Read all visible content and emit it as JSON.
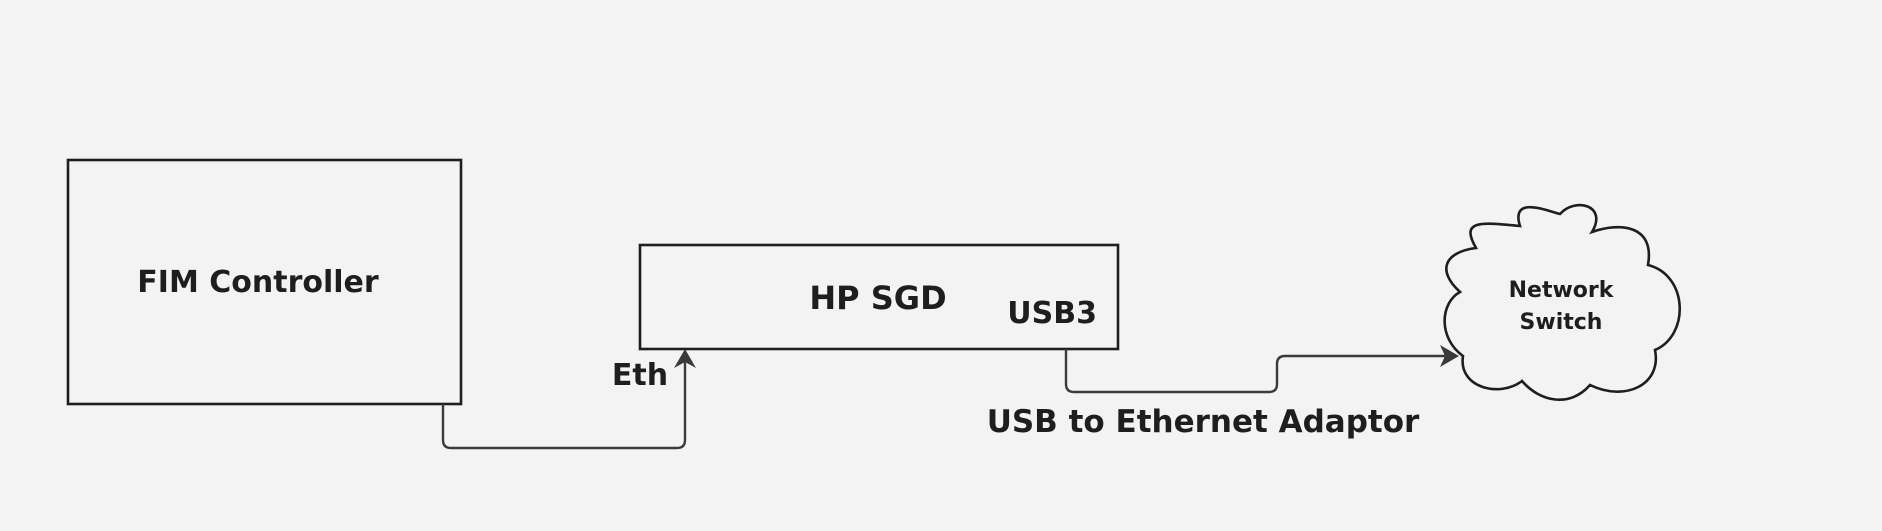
{
  "nodes": {
    "fim_controller": {
      "label": "FIM Controller"
    },
    "hp_sgd": {
      "label": "HP SGD",
      "port_label": "USB3"
    },
    "network_switch": {
      "label_line1": "Network",
      "label_line2": "Switch"
    }
  },
  "edges": {
    "eth": {
      "label": "Eth"
    },
    "usb_adaptor": {
      "label": "USB to Ethernet Adaptor"
    }
  },
  "colors": {
    "background": "#f3f3f3",
    "stroke": "#1e1e1e",
    "connector": "#3a3a3a",
    "text": "#1e1e1e"
  }
}
